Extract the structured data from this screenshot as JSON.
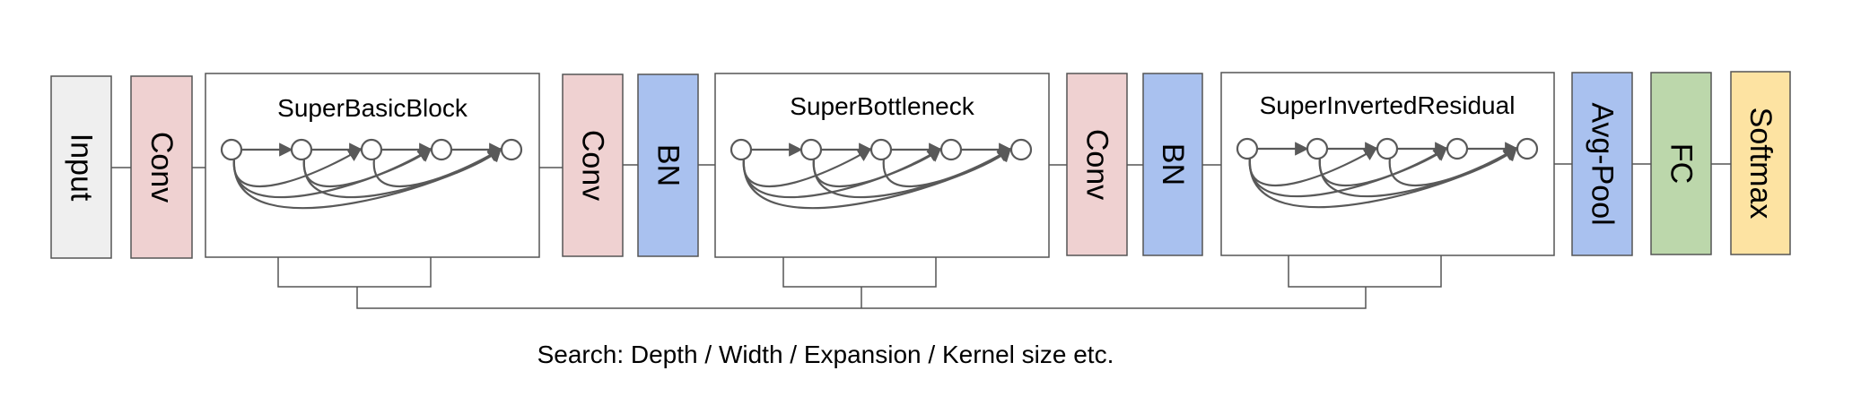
{
  "layers": [
    {
      "id": "input",
      "label": "Input",
      "color": "#efefef"
    },
    {
      "id": "conv-1",
      "label": "Conv",
      "color": "#efd1d1"
    },
    {
      "id": "conv-2",
      "label": "Conv",
      "color": "#efd1d1"
    },
    {
      "id": "bn-1",
      "label": "BN",
      "color": "#a9c1ef"
    },
    {
      "id": "conv-3",
      "label": "Conv",
      "color": "#efd1d1"
    },
    {
      "id": "bn-2",
      "label": "BN",
      "color": "#a9c1ef"
    },
    {
      "id": "avg-pool",
      "label": "Avg-Pool",
      "color": "#a9c1ef"
    },
    {
      "id": "fc",
      "label": "FC",
      "color": "#bcd7ab"
    },
    {
      "id": "softmax",
      "label": "Softmax",
      "color": "#fde3a2"
    }
  ],
  "blocks": [
    {
      "id": "super-basic-block",
      "title": "SuperBasicBlock"
    },
    {
      "id": "super-bottleneck",
      "title": "SuperBottleneck"
    },
    {
      "id": "super-inverted-residual",
      "title": "SuperInvertedResidual"
    }
  ],
  "caption": "Search: Depth / Width / Expansion / Kernel size etc.",
  "colors": {
    "stroke": "#555555",
    "graph": "#595959"
  }
}
